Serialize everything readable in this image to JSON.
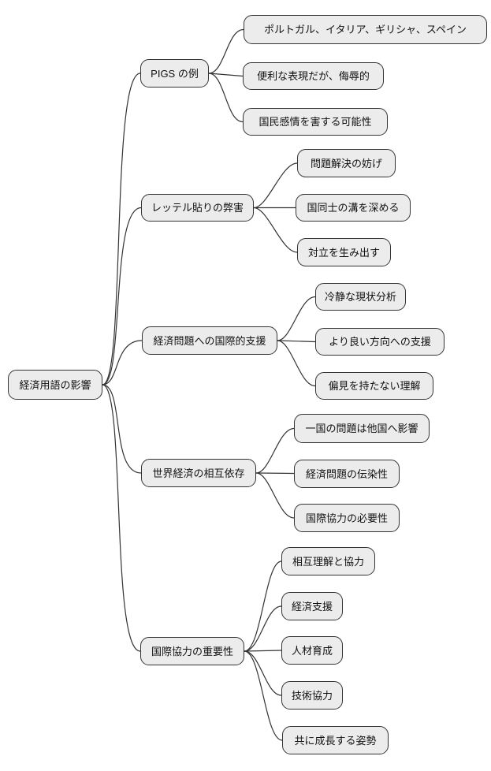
{
  "diagram": {
    "type": "mindmap",
    "colors": {
      "background": "#ffffff",
      "node_fill": "#ececec",
      "node_border": "#333333",
      "connector": "#333333"
    },
    "root": {
      "label": "経済用語の影響"
    },
    "branches": [
      {
        "label": "PIGS の例",
        "children": [
          "ポルトガル、イタリア、ギリシャ、スペイン",
          "便利な表現だが、侮辱的",
          "国民感情を害する可能性"
        ]
      },
      {
        "label": "レッテル貼りの弊害",
        "children": [
          "問題解決の妨げ",
          "国同士の溝を深める",
          "対立を生み出す"
        ]
      },
      {
        "label": "経済問題への国際的支援",
        "children": [
          "冷静な現状分析",
          "より良い方向への支援",
          "偏見を持たない理解"
        ]
      },
      {
        "label": "世界経済の相互依存",
        "children": [
          "一国の問題は他国へ影響",
          "経済問題の伝染性",
          "国際協力の必要性"
        ]
      },
      {
        "label": "国際協力の重要性",
        "children": [
          "相互理解と協力",
          "経済支援",
          "人材育成",
          "技術協力",
          "共に成長する姿勢"
        ]
      }
    ]
  }
}
